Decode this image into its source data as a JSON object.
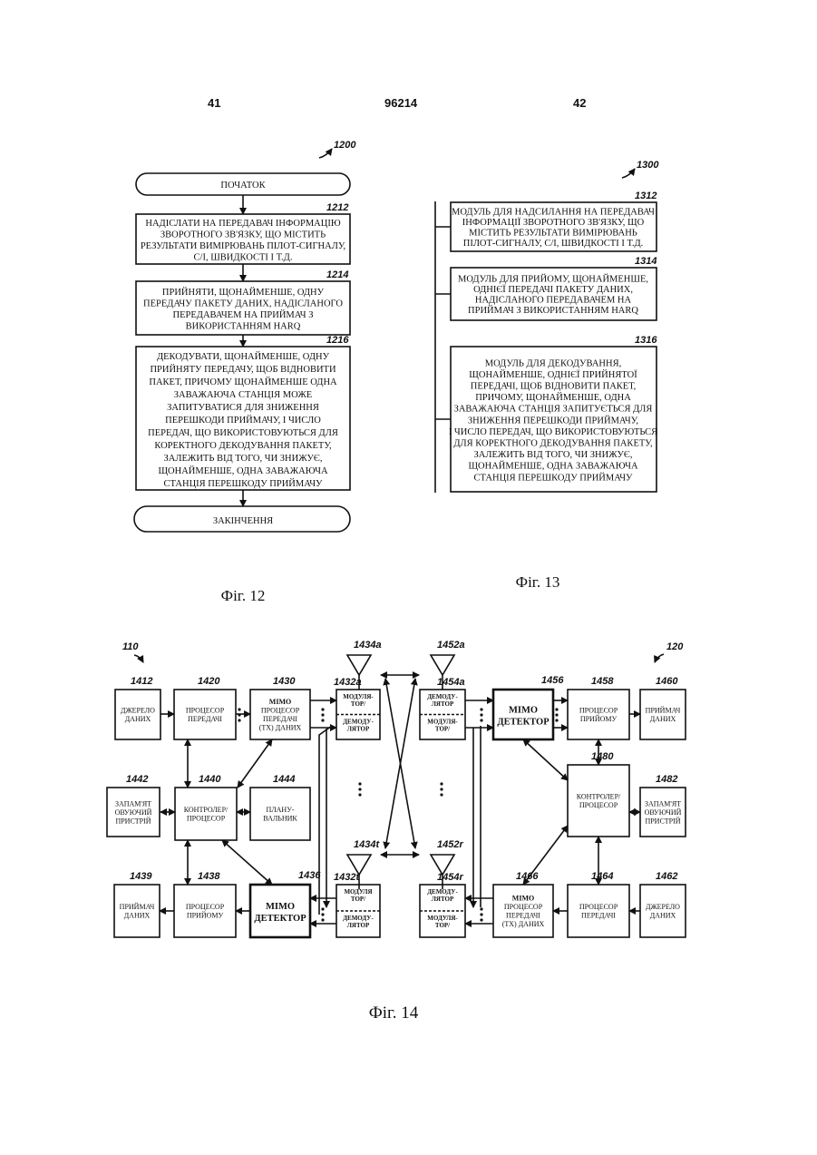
{
  "header": {
    "page_left": "41",
    "patent_number": "96214",
    "page_right": "42"
  },
  "fig12": {
    "ref": "1200",
    "start": "ПОЧАТОК",
    "end": "ЗАКІНЧЕННЯ",
    "caption": "Фіг. 12",
    "steps": [
      {
        "ref": "1212",
        "lines": [
          "НАДІСЛАТИ НА ПЕРЕДАВАЧ ІНФОРМАЦІЮ",
          "ЗВОРОТНОГО ЗВ'ЯЗКУ, ЩО МІСТИТЬ",
          "РЕЗУЛЬТАТИ ВИМІРЮВАНЬ ПІЛОТ-СИГНАЛУ,",
          "С/І, ШВИДКОСТІ І Т.Д."
        ]
      },
      {
        "ref": "1214",
        "lines": [
          "ПРИЙНЯТИ, ЩОНАЙМЕНШЕ, ОДНУ",
          "ПЕРЕДАЧУ ПАКЕТУ ДАНИХ, НАДІСЛАНОГО",
          "ПЕРЕДАВАЧЕМ НА ПРИЙМАЧ З",
          "ВИКОРИСТАННЯМ HARQ"
        ]
      },
      {
        "ref": "1216",
        "lines": [
          "ДЕКОДУВАТИ, ЩОНАЙМЕНШЕ, ОДНУ",
          "ПРИЙНЯТУ ПЕРЕДАЧУ, ЩОБ ВІДНОВИТИ",
          "ПАКЕТ, ПРИЧОМУ ЩОНАЙМЕНШЕ ОДНА",
          "ЗАВАЖАЮЧА СТАНЦІЯ МОЖЕ",
          "ЗАПИТУВАТИСЯ ДЛЯ ЗНИЖЕННЯ",
          "ПЕРЕШКОДИ ПРИЙМАЧУ, І ЧИСЛО",
          "ПЕРЕДАЧ, ЩО ВИКОРИСТОВУЮТЬСЯ ДЛЯ",
          "КОРЕКТНОГО ДЕКОДУВАННЯ ПАКЕТУ,",
          "ЗАЛЕЖИТЬ ВІД ТОГО, ЧИ ЗНИЖУЄ,",
          "ЩОНАЙМЕНШЕ, ОДНА ЗАВАЖАЮЧА",
          "СТАНЦІЯ ПЕРЕШКОДУ ПРИЙМАЧУ"
        ]
      }
    ]
  },
  "fig13": {
    "ref": "1300",
    "caption": "Фіг. 13",
    "modules": [
      {
        "ref": "1312",
        "lines": [
          "МОДУЛЬ ДЛЯ НАДСИЛАННЯ НА ПЕРЕДАВАЧ",
          "ІНФОРМАЦІЇ ЗВОРОТНОГО ЗВ'ЯЗКУ, ЩО",
          "МІСТИТЬ РЕЗУЛЬТАТИ ВИМІРЮВАНЬ",
          "ПІЛОТ-СИГНАЛУ, С/І, ШВИДКОСТІ І Т.Д."
        ]
      },
      {
        "ref": "1314",
        "lines": [
          "МОДУЛЬ ДЛЯ ПРИЙОМУ, ЩОНАЙМЕНШЕ,",
          "ОДНІЄЇ ПЕРЕДАЧІ ПАКЕТУ ДАНИХ,",
          "НАДІСЛАНОГО ПЕРЕДАВАЧЕМ НА",
          "ПРИЙМАЧ З ВИКОРИСТАННЯМ HARQ"
        ]
      },
      {
        "ref": "1316",
        "lines": [
          "МОДУЛЬ ДЛЯ ДЕКОДУВАННЯ,",
          "ЩОНАЙМЕНШЕ, ОДНІЄЇ ПРИЙНЯТОЇ",
          "ПЕРЕДАЧІ, ЩОБ ВІДНОВИТИ ПАКЕТ,",
          "ПРИЧОМУ, ЩОНАЙМЕНШЕ, ОДНА",
          "ЗАВАЖАЮЧА СТАНЦІЯ ЗАПИТУЄТЬСЯ ДЛЯ",
          "ЗНИЖЕННЯ ПЕРЕШКОДИ ПРИЙМАЧУ,",
          "І ЧИСЛО ПЕРЕДАЧ, ЩО ВИКОРИСТОВУЮТЬСЯ",
          "ДЛЯ КОРЕКТНОГО ДЕКОДУВАННЯ ПАКЕТУ,",
          "ЗАЛЕЖИТЬ ВІД ТОГО, ЧИ ЗНИЖУЄ,",
          "ЩОНАЙМЕНШЕ, ОДНА ЗАВАЖАЮЧА",
          "СТАНЦІЯ ПЕРЕШКОДУ ПРИЙМАЧУ"
        ]
      }
    ]
  },
  "fig14": {
    "caption": "Фіг. 14",
    "ref_left": "110",
    "ref_right": "120",
    "blocks": [
      {
        "ref": "1412",
        "lines": [
          "ДЖЕРЕЛО",
          "ДАНИХ"
        ]
      },
      {
        "ref": "1420",
        "lines": [
          "ПРОЦЕСОР",
          "ПЕРЕДАЧІ"
        ]
      },
      {
        "ref": "1430",
        "lines": [
          "МІМО",
          "ПРОЦЕСОР",
          "ПЕРЕДАЧІ",
          "(ТХ) ДАНИХ"
        ]
      },
      {
        "ref": "1442",
        "lines": [
          "ЗАПАМ'ЯТ",
          "ОВУЮЧИЙ",
          "ПРИСТРІЙ"
        ]
      },
      {
        "ref": "1440",
        "lines": [
          "КОНТРОЛЕР/",
          "ПРОЦЕСОР"
        ]
      },
      {
        "ref": "1444",
        "lines": [
          "ПЛАНУ-",
          "ВАЛЬНИК"
        ]
      },
      {
        "ref": "1439",
        "lines": [
          "ПРИЙМАЧ",
          "ДАНИХ"
        ]
      },
      {
        "ref": "1438",
        "lines": [
          "ПРОЦЕСОР",
          "ПРИЙОМУ"
        ]
      },
      {
        "ref": "1436",
        "lines": [
          "МІМО",
          "ДЕТЕКТОР"
        ]
      },
      {
        "ref": "1456",
        "lines": [
          "МІМО",
          "ДЕТЕКТОР"
        ]
      },
      {
        "ref": "1458",
        "lines": [
          "ПРОЦЕСОР",
          "ПРИЙОМУ"
        ]
      },
      {
        "ref": "1460",
        "lines": [
          "ПРИЙМАЧ",
          "ДАНИХ"
        ]
      },
      {
        "ref": "1480",
        "lines": [
          "КОНТРОЛЕР/",
          "ПРОЦЕСОР"
        ]
      },
      {
        "ref": "1482",
        "lines": [
          "ЗАПАМ'ЯТ",
          "ОВУЮЧИЙ",
          "ПРИСТРІЙ"
        ]
      },
      {
        "ref": "1466",
        "lines": [
          "МІМО",
          "ПРОЦЕСОР",
          "ПЕРЕДАЧІ",
          "(ТХ) ДАНИХ"
        ]
      },
      {
        "ref": "1464",
        "lines": [
          "ПРОЦЕСОР",
          "ПЕРЕДАЧІ"
        ]
      },
      {
        "ref": "1462",
        "lines": [
          "ДЖЕРЕЛО",
          "ДАНИХ"
        ]
      }
    ],
    "modems": [
      {
        "ref": "1432a",
        "top": [
          "МОДУЛЯ-",
          "ТОР/"
        ],
        "bottom": [
          "ДЕМОДУ-",
          "ЛЯТОР"
        ]
      },
      {
        "ref": "1454a",
        "top": [
          "ДЕМОДУ-",
          "ЛЯТОР"
        ],
        "bottom": [
          "МОДУЛЯ-",
          "ТОР/"
        ]
      },
      {
        "ref": "1432t",
        "top": [
          "МОДУЛЯ",
          "ТОР/"
        ],
        "bottom": [
          "ДЕМОДУ-",
          "ЛЯТОР"
        ]
      },
      {
        "ref": "1454r",
        "top": [
          "ДЕМОДУ-",
          "ЛЯТОР"
        ],
        "bottom": [
          "МОДУЛЯ-",
          "ТОР/"
        ]
      }
    ],
    "antennas": [
      "1434a",
      "1452a",
      "1434t",
      "1452r"
    ]
  }
}
